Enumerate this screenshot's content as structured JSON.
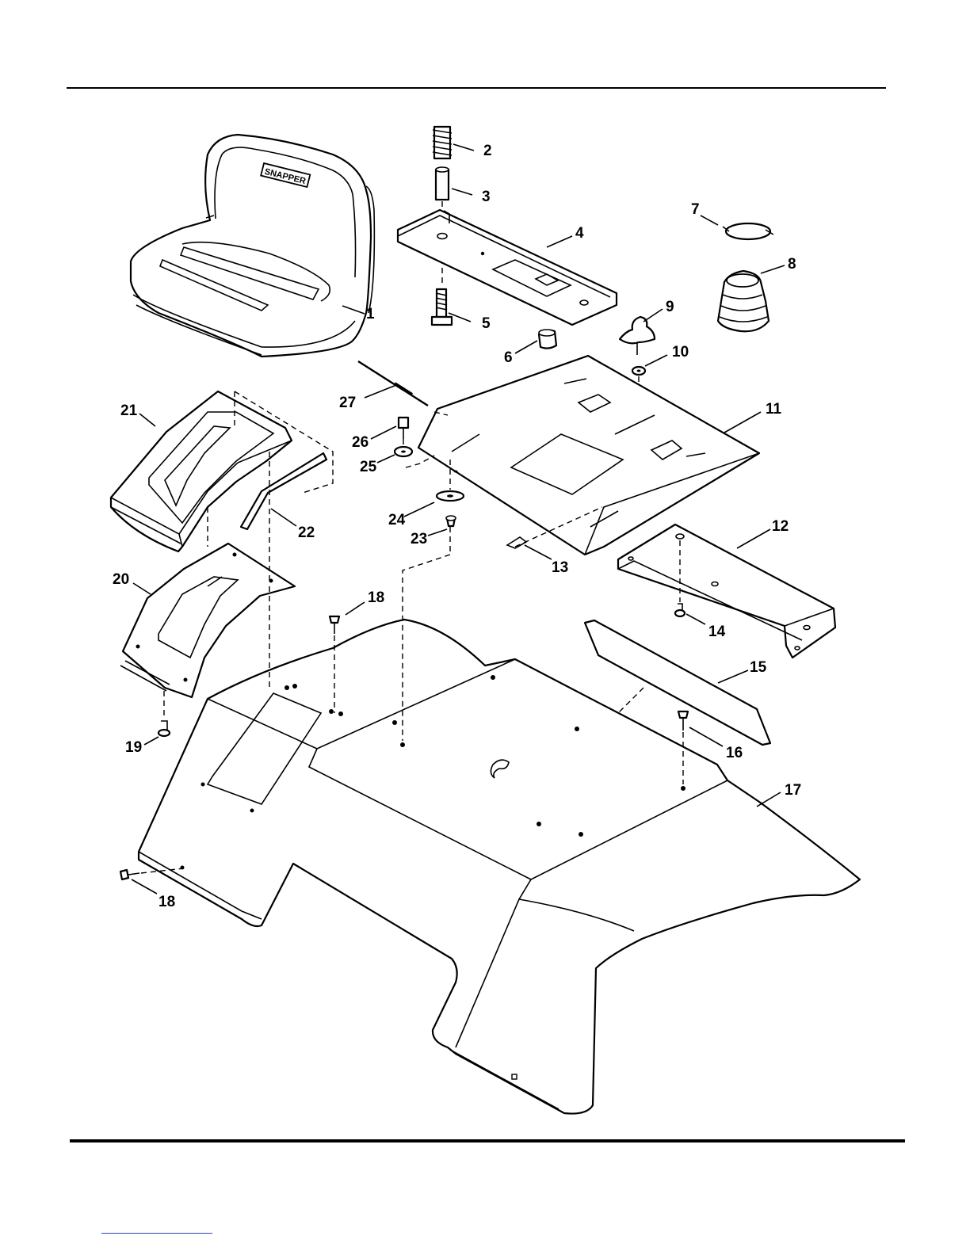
{
  "brand_label": "SNAPPER",
  "callouts": [
    {
      "id": "1",
      "label": "1"
    },
    {
      "id": "2",
      "label": "2"
    },
    {
      "id": "3",
      "label": "3"
    },
    {
      "id": "4",
      "label": "4"
    },
    {
      "id": "5",
      "label": "5"
    },
    {
      "id": "6",
      "label": "6"
    },
    {
      "id": "7",
      "label": "7"
    },
    {
      "id": "8",
      "label": "8"
    },
    {
      "id": "9",
      "label": "9"
    },
    {
      "id": "10",
      "label": "10"
    },
    {
      "id": "11",
      "label": "11"
    },
    {
      "id": "12",
      "label": "12"
    },
    {
      "id": "13",
      "label": "13"
    },
    {
      "id": "14",
      "label": "14"
    },
    {
      "id": "15",
      "label": "15"
    },
    {
      "id": "16",
      "label": "16"
    },
    {
      "id": "17",
      "label": "17"
    },
    {
      "id": "18a",
      "label": "18"
    },
    {
      "id": "18b",
      "label": "18"
    },
    {
      "id": "19",
      "label": "19"
    },
    {
      "id": "20",
      "label": "20"
    },
    {
      "id": "21",
      "label": "21"
    },
    {
      "id": "22",
      "label": "22"
    },
    {
      "id": "23",
      "label": "23"
    },
    {
      "id": "24",
      "label": "24"
    },
    {
      "id": "25",
      "label": "25"
    },
    {
      "id": "26",
      "label": "26"
    },
    {
      "id": "27",
      "label": "27"
    }
  ]
}
